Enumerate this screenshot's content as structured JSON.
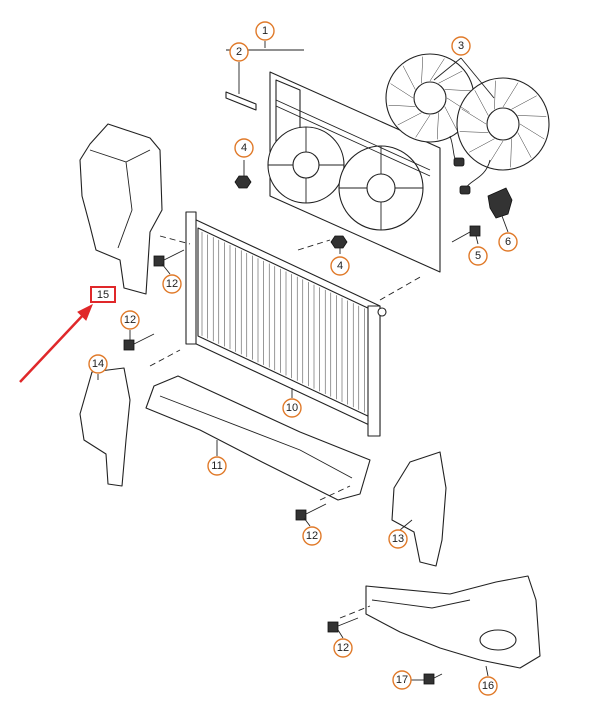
{
  "diagram": {
    "highlight_color": "#e0282a",
    "callout_color": "#e07a2a",
    "callouts": [
      {
        "id": "c1",
        "label": "1"
      },
      {
        "id": "c2",
        "label": "2"
      },
      {
        "id": "c3",
        "label": "3"
      },
      {
        "id": "c4a",
        "label": "4"
      },
      {
        "id": "c4b",
        "label": "4"
      },
      {
        "id": "c5",
        "label": "5"
      },
      {
        "id": "c6",
        "label": "6"
      },
      {
        "id": "c10",
        "label": "10"
      },
      {
        "id": "c11",
        "label": "11"
      },
      {
        "id": "c12a",
        "label": "12"
      },
      {
        "id": "c12b",
        "label": "12"
      },
      {
        "id": "c12c",
        "label": "12"
      },
      {
        "id": "c12d",
        "label": "12"
      },
      {
        "id": "c13",
        "label": "13"
      },
      {
        "id": "c14",
        "label": "14"
      },
      {
        "id": "c16",
        "label": "16"
      },
      {
        "id": "c17",
        "label": "17"
      }
    ],
    "highlighted_part": {
      "label": "15"
    }
  }
}
